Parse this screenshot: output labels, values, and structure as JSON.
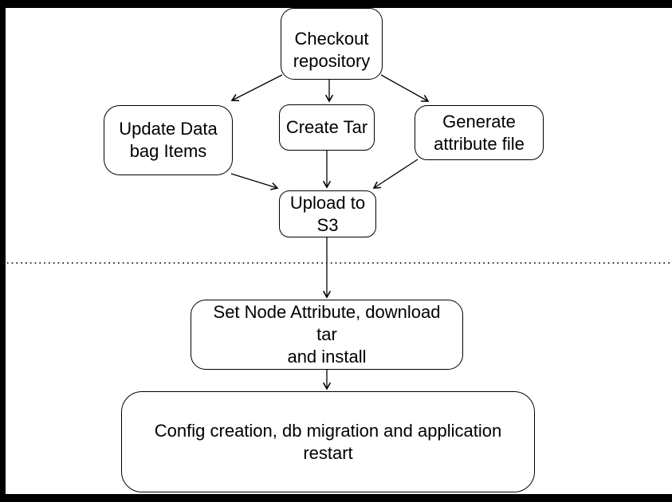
{
  "diagram": {
    "type": "flowchart",
    "background_color": "#ffffff",
    "frame_color": "#000000",
    "node_fill": "#ffffff",
    "node_border_color": "#000000",
    "text_color": "#000000",
    "arrow_color": "#000000",
    "separator_style": "dotted",
    "separator_color": "#1c1c1c",
    "nodes": {
      "checkout": {
        "label": "Checkout repository",
        "lines": [
          "Checkout",
          "repository"
        ]
      },
      "update_data_bag": {
        "label": "Update Data bag Items",
        "lines": [
          "Update Data",
          "bag Items"
        ]
      },
      "create_tar": {
        "label": "Create Tar",
        "lines": [
          "Create Tar"
        ]
      },
      "generate_attribute": {
        "label": "Generate attribute file",
        "lines": [
          "Generate",
          "attribute file"
        ]
      },
      "upload_s3": {
        "label": "Upload to S3",
        "lines": [
          "Upload to",
          "S3"
        ]
      },
      "set_node_attribute": {
        "label": "Set Node Attribute, download tar and install",
        "lines": [
          "Set Node Attribute, download",
          "tar",
          "and install"
        ]
      },
      "config_restart": {
        "label": "Config creation, db migration and application restart",
        "lines": [
          "Config creation, db migration and application",
          "restart"
        ]
      }
    },
    "edges": [
      {
        "from": "checkout",
        "to": "update_data_bag"
      },
      {
        "from": "checkout",
        "to": "create_tar"
      },
      {
        "from": "checkout",
        "to": "generate_attribute"
      },
      {
        "from": "update_data_bag",
        "to": "upload_s3"
      },
      {
        "from": "create_tar",
        "to": "upload_s3"
      },
      {
        "from": "generate_attribute",
        "to": "upload_s3"
      },
      {
        "from": "upload_s3",
        "to": "set_node_attribute"
      },
      {
        "from": "set_node_attribute",
        "to": "config_restart"
      }
    ]
  }
}
